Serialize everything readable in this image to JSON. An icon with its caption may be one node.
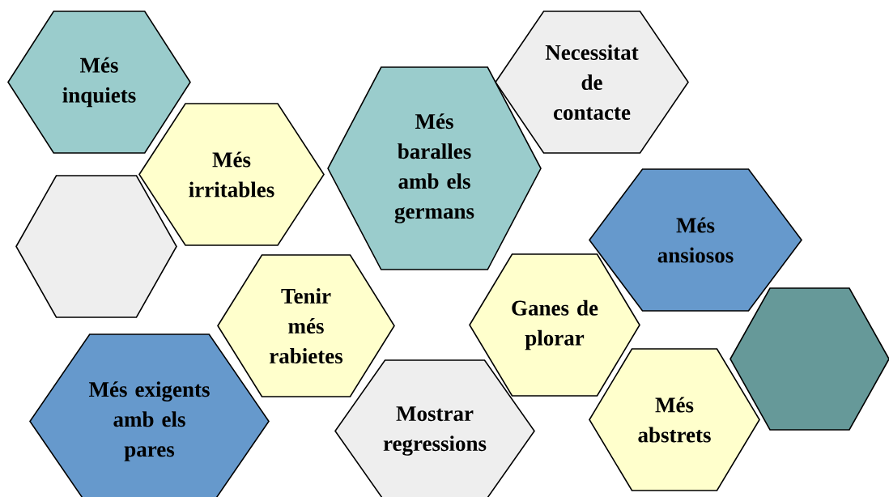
{
  "diagram": {
    "nodes": [
      {
        "text": [
          "Més inquiets"
        ]
      },
      {
        "text": [
          "Necessitat de contacte"
        ]
      },
      {
        "text": [
          "Més baralles amb els germans"
        ]
      },
      {
        "text": [
          "Més irritables"
        ]
      },
      {
        "text": [
          "Més ansiosos"
        ]
      },
      {
        "text": [],
        "shape": "hexagon"
      },
      {
        "text": [
          "Ganes de plorar"
        ]
      },
      {
        "text": [
          "Tenir més rabietes"
        ]
      },
      {
        "text": [],
        "shape": "hexagon"
      },
      {
        "text": [
          "Més exigents amb els pares"
        ]
      },
      {
        "text": [
          "Més abstrets"
        ]
      },
      {
        "text": [
          "Mostrar regressions"
        ]
      }
    ]
  }
}
